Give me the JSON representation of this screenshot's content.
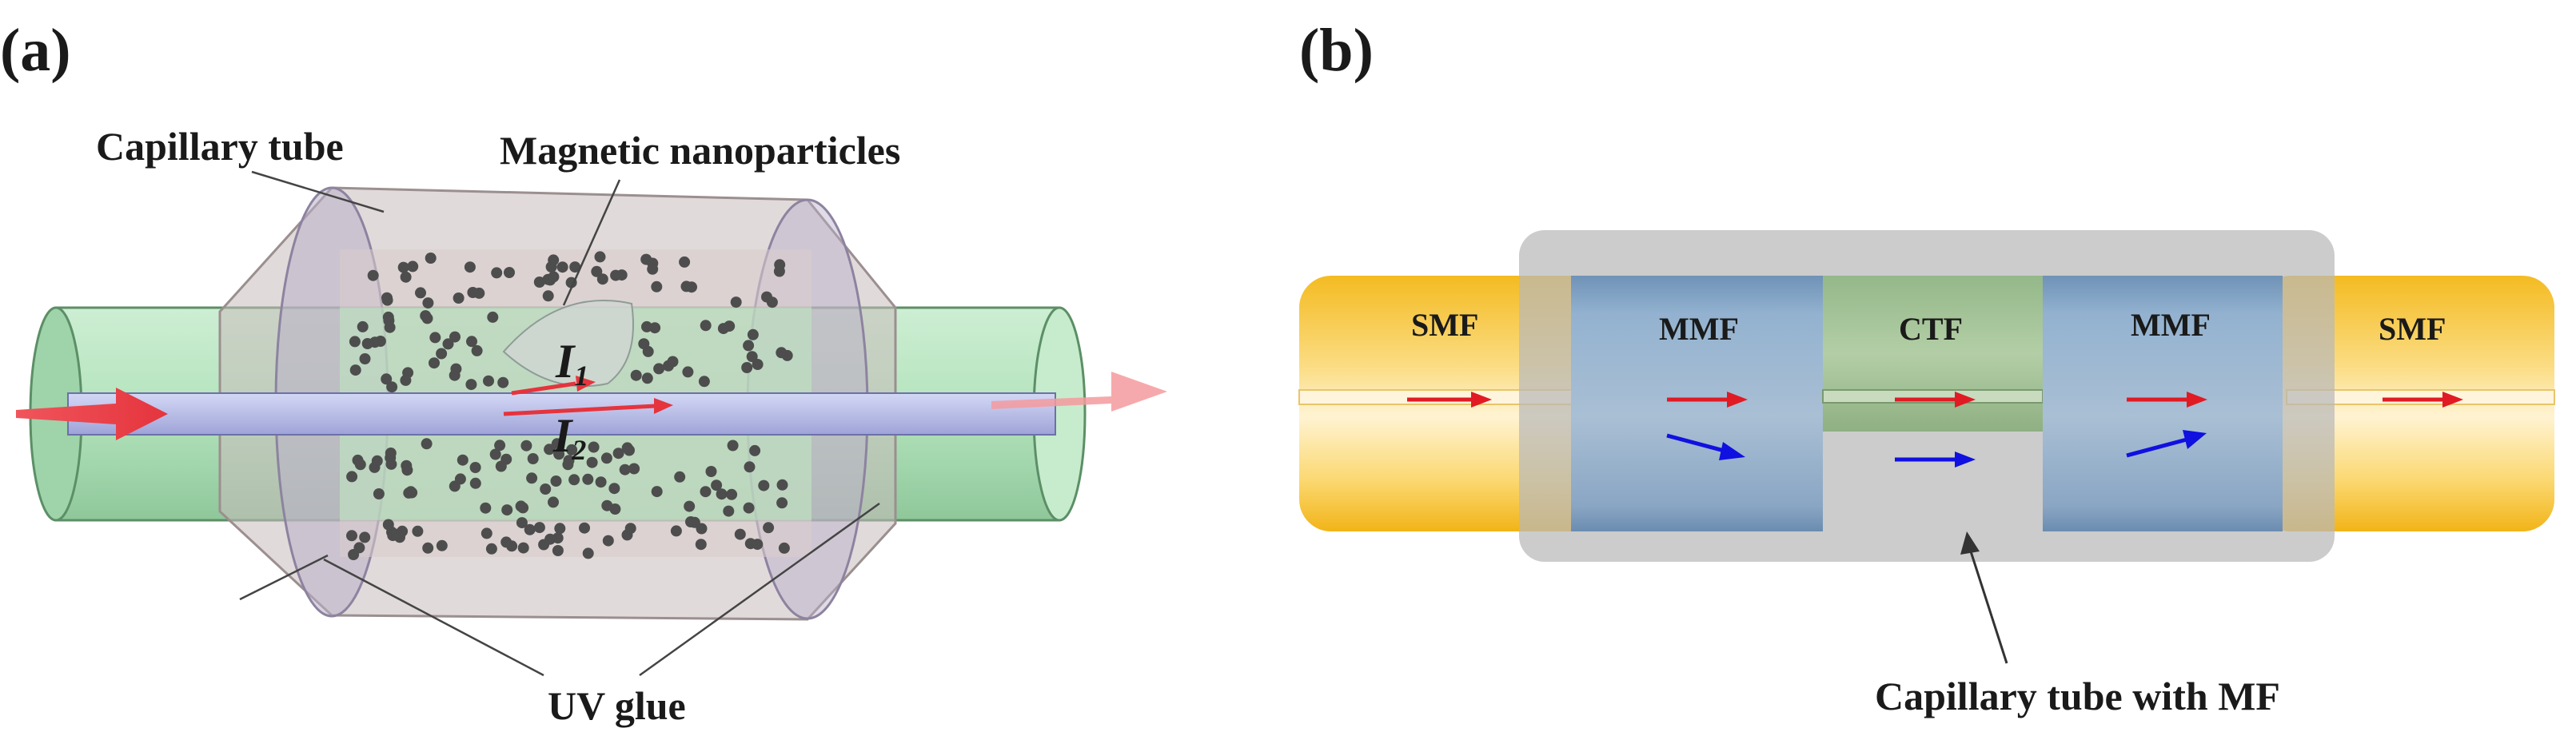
{
  "panel_a": {
    "label": "(a)",
    "capillary_label": "Capillary tube",
    "nanoparticle_label": "Magnetic nanoparticles",
    "uv_label": "UV glue",
    "i1": "I",
    "i1_sub": "1",
    "i2": "I",
    "i2_sub": "2"
  },
  "panel_b": {
    "label": "(b)",
    "smf_left": "SMF",
    "mmf_left": "MMF",
    "ctf": "CTF",
    "mmf_right": "MMF",
    "smf_right": "SMF",
    "capillary_label": "Capillary tube with MF"
  },
  "colors": {
    "green_fiber": "#b5e6bf",
    "core_blue": "#b7bce8",
    "arrow_red": "#e8424a",
    "arrow_blue": "#1414e6",
    "smf_yellow": "#f6c030",
    "mmf_blue": "#86a7c9",
    "ctf_green": "#a9c69a",
    "capillary_gray": "#cfcfcf"
  }
}
